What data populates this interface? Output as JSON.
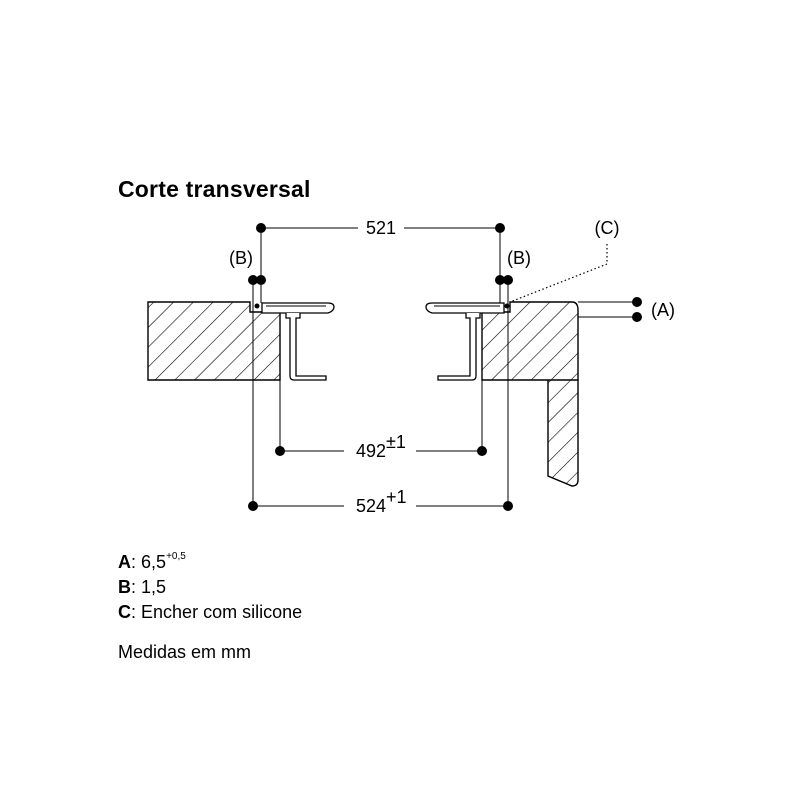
{
  "title": "Corte transversal",
  "dimensions": {
    "top": {
      "value": "521"
    },
    "middle": {
      "value": "492",
      "tolerance": "±1"
    },
    "bottom": {
      "value": "524",
      "tolerance": "+1"
    }
  },
  "callouts": {
    "b_left": "(B)",
    "b_right": "(B)",
    "c": "(C)",
    "a": "(A)"
  },
  "legend": [
    {
      "key": "A",
      "separator": ":",
      "value": "6,5",
      "superscript": "+0,5"
    },
    {
      "key": "B",
      "separator": ":",
      "value": "1,5",
      "superscript": ""
    },
    {
      "key": "C",
      "separator": ":",
      "value": "Encher com silicone",
      "superscript": ""
    }
  ],
  "units_note": "Medidas em mm",
  "colors": {
    "line": "#000000",
    "background": "#ffffff"
  }
}
